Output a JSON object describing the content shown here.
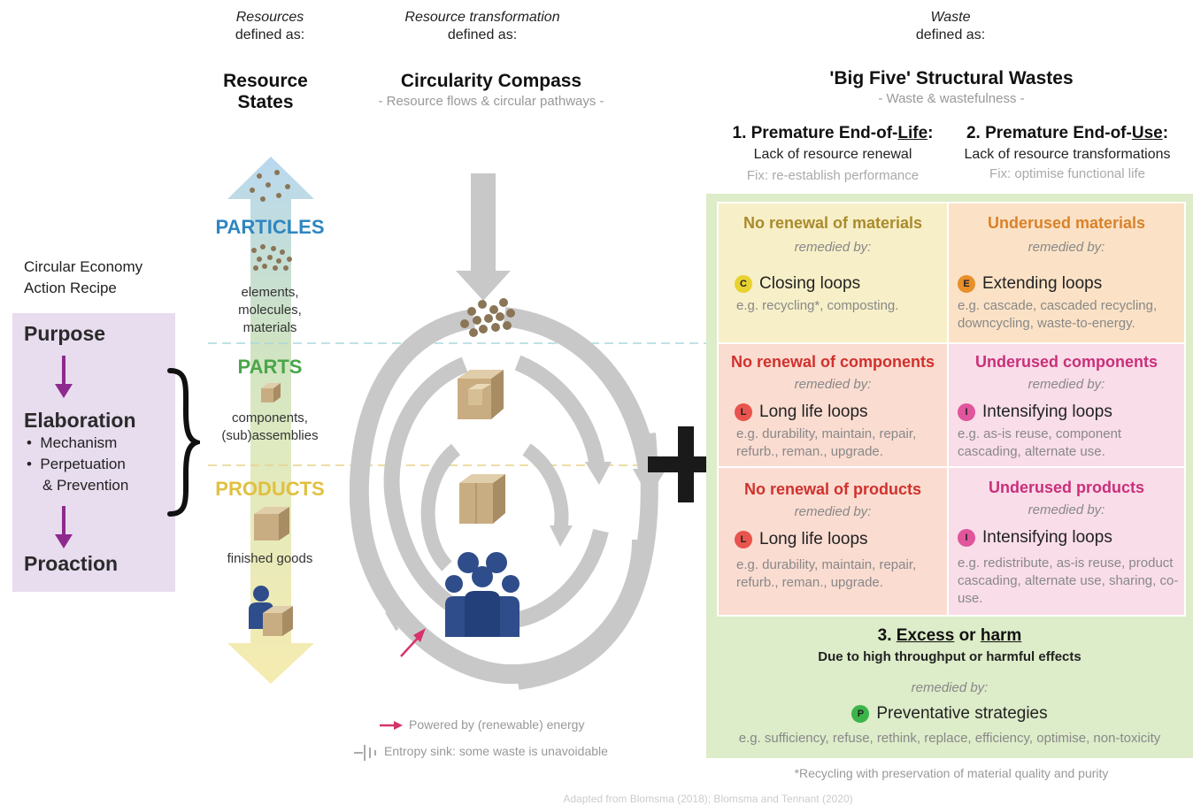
{
  "headers": {
    "resources_italic": "Resources",
    "resources_sub": "defined as:",
    "transformation_italic": "Resource transformation",
    "transformation_sub": "defined as:",
    "waste_italic": "Waste",
    "waste_sub": "defined as:"
  },
  "resource_states": {
    "title_line1": "Resource",
    "title_line2": "States",
    "particles": {
      "label": "PARTICLES",
      "desc1": "elements,",
      "desc2": "molecules,",
      "desc3": "materials"
    },
    "parts": {
      "label": "PARTS",
      "desc1": "components,",
      "desc2": "(sub)assemblies"
    },
    "products": {
      "label": "PRODUCTS",
      "desc1": "finished goods"
    }
  },
  "compass": {
    "title": "Circularity Compass",
    "subtitle": "- Resource flows & circular pathways -"
  },
  "recipe": {
    "caption_line1": "Circular Economy",
    "caption_line2": "Action Recipe",
    "purpose": "Purpose",
    "elaboration": "Elaboration",
    "mechanism": "Mechanism",
    "perpetuation": "Perpetuation",
    "prevention": "& Prevention",
    "proaction": "Proaction"
  },
  "big_five": {
    "title": "'Big Five' Structural Wastes",
    "subtitle": "- Waste & wastefulness -",
    "col1_title_prefix": "1. Premature End-of-",
    "col1_title_u": "Life",
    "col1_title_suffix": ":",
    "col1_desc": "Lack of resource renewal",
    "col1_fix": "Fix: re-establish performance",
    "col2_title_prefix": "2. Premature End-of-",
    "col2_title_u": "Use",
    "col2_title_suffix": ":",
    "col2_desc": "Lack of resource transformations",
    "col2_fix": "Fix: optimise functional life",
    "remedied": "remedied by:",
    "cells": [
      {
        "title": "No renewal of materials",
        "badge": "C",
        "loop": "Closing loops",
        "eg": "e.g. recycling*, composting."
      },
      {
        "title": "Underused materials",
        "badge": "E",
        "loop": "Extending loops",
        "eg": "e.g. cascade, cascaded recycling, downcycling, waste-to-energy."
      },
      {
        "title": "No renewal of components",
        "badge": "L",
        "loop": "Long life loops",
        "eg": "e.g. durability, maintain, repair, refurb., reman., upgrade."
      },
      {
        "title": "Underused components",
        "badge": "I",
        "loop": "Intensifying loops",
        "eg": "e.g. as-is reuse, component cascading, alternate use."
      },
      {
        "title": "No renewal of products",
        "badge": "L",
        "loop": "Long life loops",
        "eg": "e.g. durability, maintain, repair, refurb., reman., upgrade."
      },
      {
        "title": "Underused products",
        "badge": "I",
        "loop": "Intensifying loops",
        "eg": "e.g. redistribute,  as-is reuse, product cascading, alternate use, sharing, co-use."
      }
    ],
    "excess": {
      "prefix": "3. ",
      "excess_u": "Excess",
      "or": " or ",
      "harm_u": "harm",
      "desc": "Due to high throughput or harmful effects",
      "remedied": "remedied by:",
      "badge": "P",
      "loop": "Preventative strategies",
      "eg": "e.g. sufficiency, refuse, rethink, replace, efficiency, optimise, non-toxicity"
    },
    "footnote": "*Recycling with preservation of material quality and purity"
  },
  "legend": {
    "energy": "Powered by (renewable) energy",
    "entropy": "Entropy sink: some waste is unavoidable"
  },
  "credit": "Adapted from Blomsma (2018); Blomsma and Tennant (2020)",
  "colors": {
    "particles": "#2e86c1",
    "parts": "#4aa64a",
    "products": "#e0c040",
    "recipe_arrow": "#8e2a8e",
    "materials_left_bg": "#f7efc8",
    "materials_right_bg": "#fbe2c6",
    "red_bg": "#fadcd1",
    "pink_bg": "#f9dde9",
    "green_panel": "#ddecc9",
    "olive_title": "#a98b2c",
    "orange_title": "#d9822b",
    "red_title": "#d0312d",
    "pink_title": "#c9307a",
    "energy_arrow": "#d6336c"
  }
}
